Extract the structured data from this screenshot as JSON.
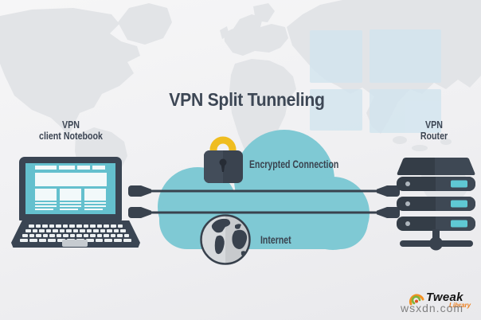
{
  "title": "VPN Split Tunneling",
  "labels": {
    "client": {
      "line1": "VPN",
      "line2": "client Notebook"
    },
    "router": {
      "line1": "VPN",
      "line2": "Router"
    }
  },
  "connections": {
    "encrypted": {
      "label": "Encrypted Connection",
      "icon": "padlock-icon"
    },
    "internet": {
      "label": "Internet",
      "icon": "globe-icon"
    }
  },
  "icons": {
    "lock": "padlock-icon",
    "globe": "globe-icon",
    "laptop": "laptop-icon",
    "server": "server-rack-icon",
    "cloud": "cloud-shape",
    "plugs": "cable-plug-icon",
    "background": "world-map-background",
    "watermark_logo": "windows-logo-watermark",
    "brand": "brand-swirl-icon"
  },
  "colors": {
    "cloud_teal": "#7FC9D4",
    "device_dark": "#3A4553",
    "screen_teal": "#64C0CE",
    "lock_gold": "#EFBD20",
    "indicator_teal": "#5FC8D3",
    "text_dark": "#3C4553",
    "map_gray": "#E2E4E7",
    "windows_blue": "#D2E5EF",
    "brand_orange": "#F08C1E",
    "brand_green": "#7FB43B",
    "watermark_gray": "#6F6F6F"
  },
  "footer": {
    "brand_name": "Tweak",
    "brand_sub": "Library",
    "watermark": "wsxdn.com"
  }
}
